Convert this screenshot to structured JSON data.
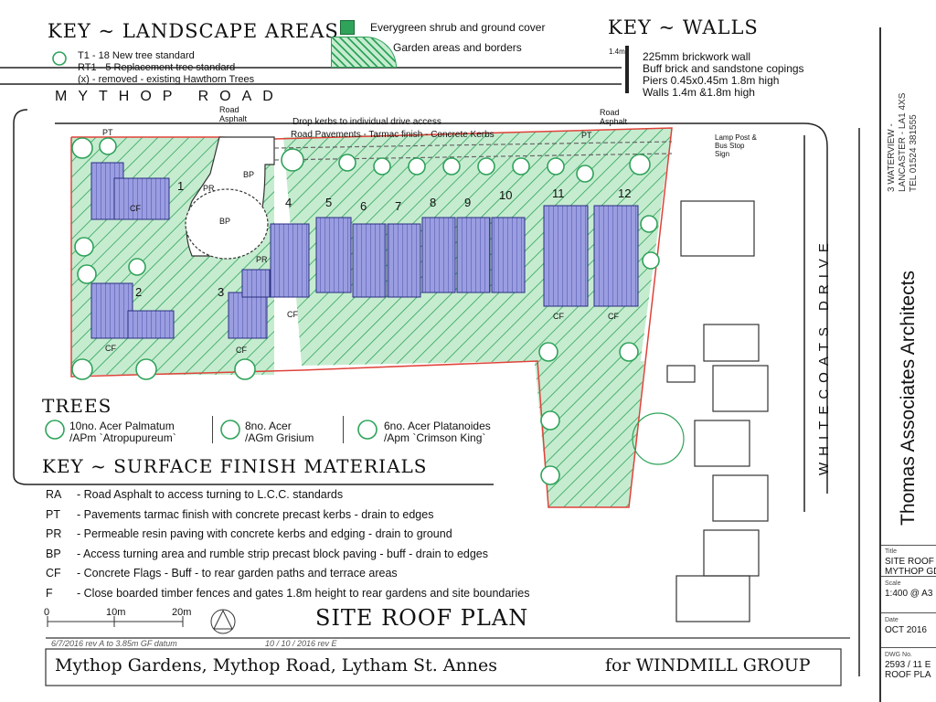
{
  "landscape_key": {
    "heading": "KEY ~ LANDSCAPE AREAS",
    "items": [
      {
        "code": "T1",
        "text": "T1 - 18 New tree standard"
      },
      {
        "code": "RT1",
        "text": "RT1 - 5 Replacement tree standard"
      },
      {
        "code": "(x)",
        "text": "(x) - removed - existing Hawthorn Trees"
      }
    ],
    "shrub_label": "Everygreen shrub and ground cover",
    "garden_label": "Garden areas and borders"
  },
  "walls_key": {
    "heading": "KEY ~ WALLS",
    "dim": "1.4m",
    "lines": [
      "225mm brickwork wall",
      "Buff brick and sandstone copings",
      "Piers 0.45x0.45m 1.8m high",
      "Walls 1.4m &1.8m high"
    ]
  },
  "roads": {
    "mythop": "MYTHOP ROAD",
    "whitecoats": "WHITECOATS DRIVE"
  },
  "plan_labels": {
    "road_asphalt": "Road Asphalt",
    "drop_kerbs": "Drop kerbs to individual drive access",
    "road_pavements": "Road Pavements - Tarmac finish - Concrete Kerbs",
    "lamp_post": "Lamp Post & Bus Stop Sign",
    "pt": "PT",
    "pr": "PR",
    "bp": "BP",
    "cf": "CF",
    "plots": [
      "1",
      "2",
      "3",
      "4",
      "5",
      "6",
      "7",
      "8",
      "9",
      "10",
      "11",
      "12"
    ]
  },
  "trees_key": {
    "heading": "TREES",
    "items": [
      {
        "line1": "10no. Acer Palmatum",
        "line2": "/APm `Atropupureum`"
      },
      {
        "line1": "8no.  Acer",
        "line2": "/AGm Grisium"
      },
      {
        "line1": "6no.  Acer Platanoides",
        "line2": "/Apm `Crimson King`"
      }
    ]
  },
  "surface_key": {
    "heading": "KEY ~ SURFACE FINISH MATERIALS",
    "items": [
      {
        "code": "RA",
        "text": "- Road Asphalt to access turning to L.C.C. standards"
      },
      {
        "code": "PT",
        "text": "- Pavements tarmac finish with concrete precast kerbs - drain to edges"
      },
      {
        "code": "PR",
        "text": "- Permeable resin paving with concrete kerbs and edging - drain to ground"
      },
      {
        "code": "BP",
        "text": "- Access turning area and rumble strip precast block paving - buff - drain to edges"
      },
      {
        "code": "CF",
        "text": "- Concrete Flags - Buff - to rear garden paths and terrace areas"
      },
      {
        "code": "F",
        "text": "- Close boarded timber fences and gates 1.8m height to rear gardens and site boundaries"
      }
    ]
  },
  "scale_bar": {
    "labels": [
      "0",
      "10m",
      "20m"
    ]
  },
  "plan_title": "SITE ROOF PLAN",
  "revisions": {
    "rev_a": "6/7/2016 rev A to 3.85m GF datum",
    "rev_e": "10 / 10 / 2016 rev E"
  },
  "footer": {
    "project": "Mythop Gardens, Mythop Road, Lytham St. Annes",
    "client": "for WINDMILL GROUP"
  },
  "title_block": {
    "architect": "Thomas Associates Architects",
    "address_1": "3 WATERVIEW -",
    "address_2": "LANCASTER - LA1 4XS",
    "address_3": "TEL 01524 381555",
    "title_label": "Title",
    "title_1": "SITE ROOF PL",
    "title_2": "MYTHOP GD",
    "scale_label": "Scale",
    "scale": "1:400 @ A3",
    "date_label": "Date",
    "date": "OCT 2016",
    "dwg_label": "DWG No.",
    "dwg_1": "2593 / 11 E",
    "dwg_2": "ROOF PLA"
  },
  "colors": {
    "landscape_green": "#2fa35a",
    "hatch_fill": "#bfe8c8",
    "roof_blue": "#8c8fd6",
    "boundary_red": "#e0423a"
  }
}
